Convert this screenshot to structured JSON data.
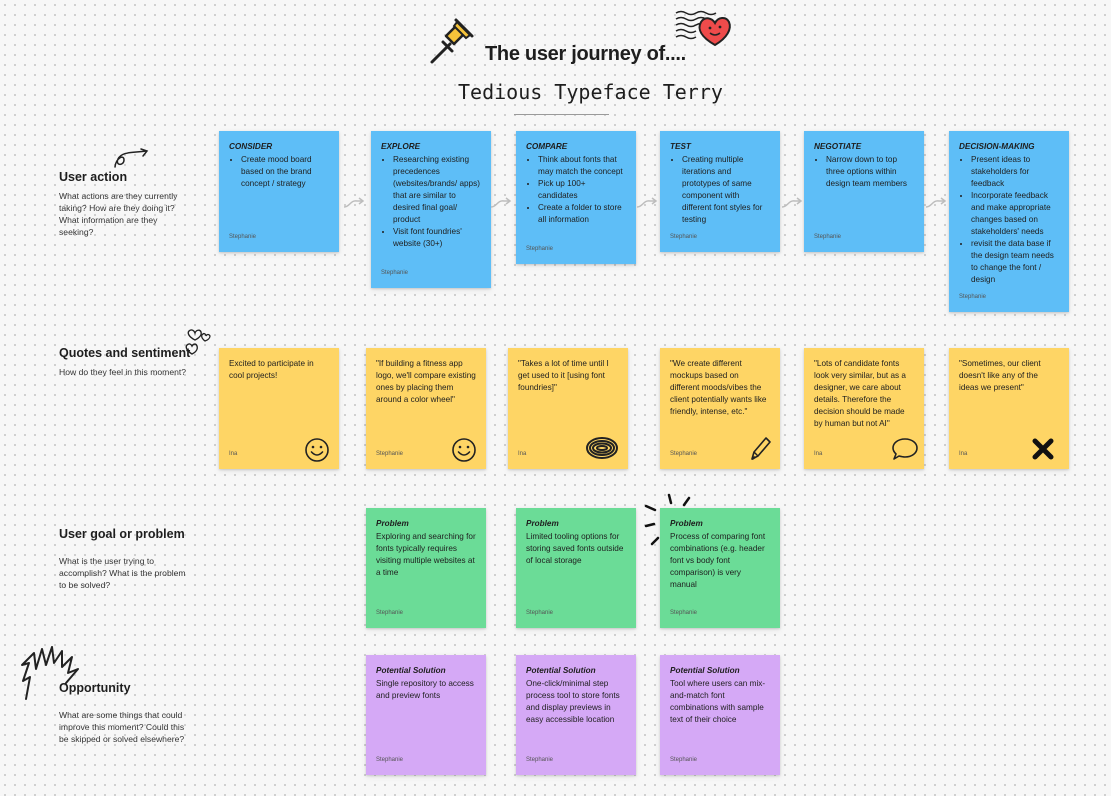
{
  "header": {
    "title": "The user journey of....",
    "subtitle": "Tedious Typeface Terry"
  },
  "rows": {
    "user_action": {
      "title": "User action",
      "desc": "What actions are they currently taking? How are they doing it? What information are they seeking?"
    },
    "quotes": {
      "title": "Quotes and sentiment",
      "desc": "How do they feel in this moment?"
    },
    "goal": {
      "title": "User goal or problem",
      "desc": "What is the user trying to accomplish? What is the problem to be solved?"
    },
    "opportunity": {
      "title": "Opportunity",
      "desc": "What are some things that could improve this moment? Could this be skipped or solved elsewhere?"
    }
  },
  "actions": [
    {
      "head": "CONSIDER",
      "items": [
        "Create mood board based on the brand concept / strategy"
      ],
      "author": "Stephanie"
    },
    {
      "head": "EXPLORE",
      "items": [
        "Researching existing precedences (websites/brands/ apps) that are similar to desired final goal/ product",
        "Visit font foundries' website  (30+)"
      ],
      "author": "Stephanie"
    },
    {
      "head": "COMPARE",
      "items": [
        "Think about fonts that may match the concept",
        "Pick up 100+ candidates",
        "Create a folder to store all information"
      ],
      "author": "Stephanie"
    },
    {
      "head": "TEST",
      "items": [
        "Creating multiple iterations and prototypes of same component with different font styles for testing"
      ],
      "author": "Stephanie"
    },
    {
      "head": "NEGOTIATE",
      "items": [
        "Narrow down to top three options within design team members"
      ],
      "author": "Stephanie"
    },
    {
      "head": "DECISION-MAKING",
      "items": [
        "Present ideas to stakeholders for feedback",
        "Incorporate feedback and make appropriate changes based on stakeholders' needs",
        "revisit the data base if the design team needs to change the font / design"
      ],
      "author": "Stephanie"
    }
  ],
  "quotes": [
    {
      "text": "Excited to participate in cool projects!",
      "author": "Ina",
      "icon": "smiley-icon"
    },
    {
      "text": "\"If building a fitness app logo, we'll compare existing ones by placing them around a color wheel\"",
      "author": "Stephanie",
      "icon": "smiley-icon"
    },
    {
      "text": "\"Takes a lot of time until I get used to it [using font foundries]\"",
      "author": "Ina",
      "icon": "scribble-icon"
    },
    {
      "text": "\"We create different mockups based on different moods/vibes the client potentially wants like friendly, intense, etc.\"",
      "author": "Stephanie",
      "icon": "pencil-icon"
    },
    {
      "text": "\"Lots of candidate fonts look very similar, but as a designer, we care about details. Therefore the decision should be made by human but not AI\"",
      "author": "Ina",
      "icon": "speech-bubble-icon"
    },
    {
      "text": "\"Sometimes, our client doesn't like any of the ideas we present\"",
      "author": "Ina",
      "icon": "x-mark-icon"
    }
  ],
  "problems": [
    {
      "head": "Problem",
      "text": "Exploring and searching for fonts typically requires visiting multiple websites at a time",
      "author": "Stephanie"
    },
    {
      "head": "Problem",
      "text": "Limited tooling options for storing saved fonts outside of local storage",
      "author": "Stephanie"
    },
    {
      "head": "Problem",
      "text": "Process of comparing font combinations (e.g. header font vs body font comparison) is very manual",
      "author": "Stephanie"
    }
  ],
  "solutions": [
    {
      "head": "Potential Solution",
      "text": "Single repository to access and preview fonts",
      "author": "Stephanie"
    },
    {
      "head": "Potential Solution",
      "text": "One-click/minimal step process tool to store fonts and display previews in easy accessible location",
      "author": "Stephanie"
    },
    {
      "head": "Potential Solution",
      "text": "Tool where users can mix-and-match font combinations with sample text of their choice",
      "author": "Stephanie"
    }
  ],
  "colors": {
    "action": "#5ebef7",
    "quote": "#fed565",
    "problem": "#6bdc97",
    "solution": "#d5a9f6"
  }
}
